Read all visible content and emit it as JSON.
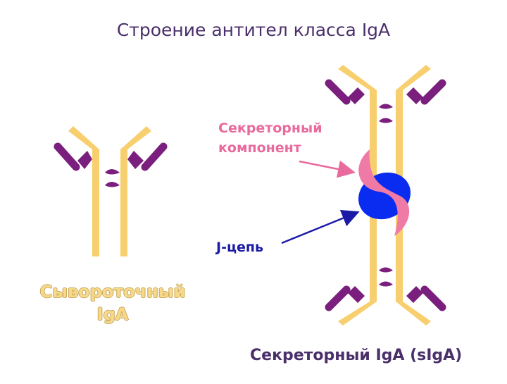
{
  "title": "Строение антител класса IgA",
  "labels": {
    "secretory_component_line1": "Секреторный",
    "secretory_component_line2": "компонент",
    "j_chain": "J-цепь",
    "serum_line1": "Сывороточный",
    "serum_line2": "IgA",
    "secretory_iga": "Секреторный IgA (sIgA)"
  },
  "colors": {
    "heavy_chain": "#f8cf6e",
    "light_chain": "#7b1f7e",
    "secretory_component": "#f07aa6",
    "j_chain": "#0a2cf0",
    "arrow_pink": "#e96a9d",
    "arrow_blue": "#1a1aa6",
    "title": "#4a2f6b"
  }
}
